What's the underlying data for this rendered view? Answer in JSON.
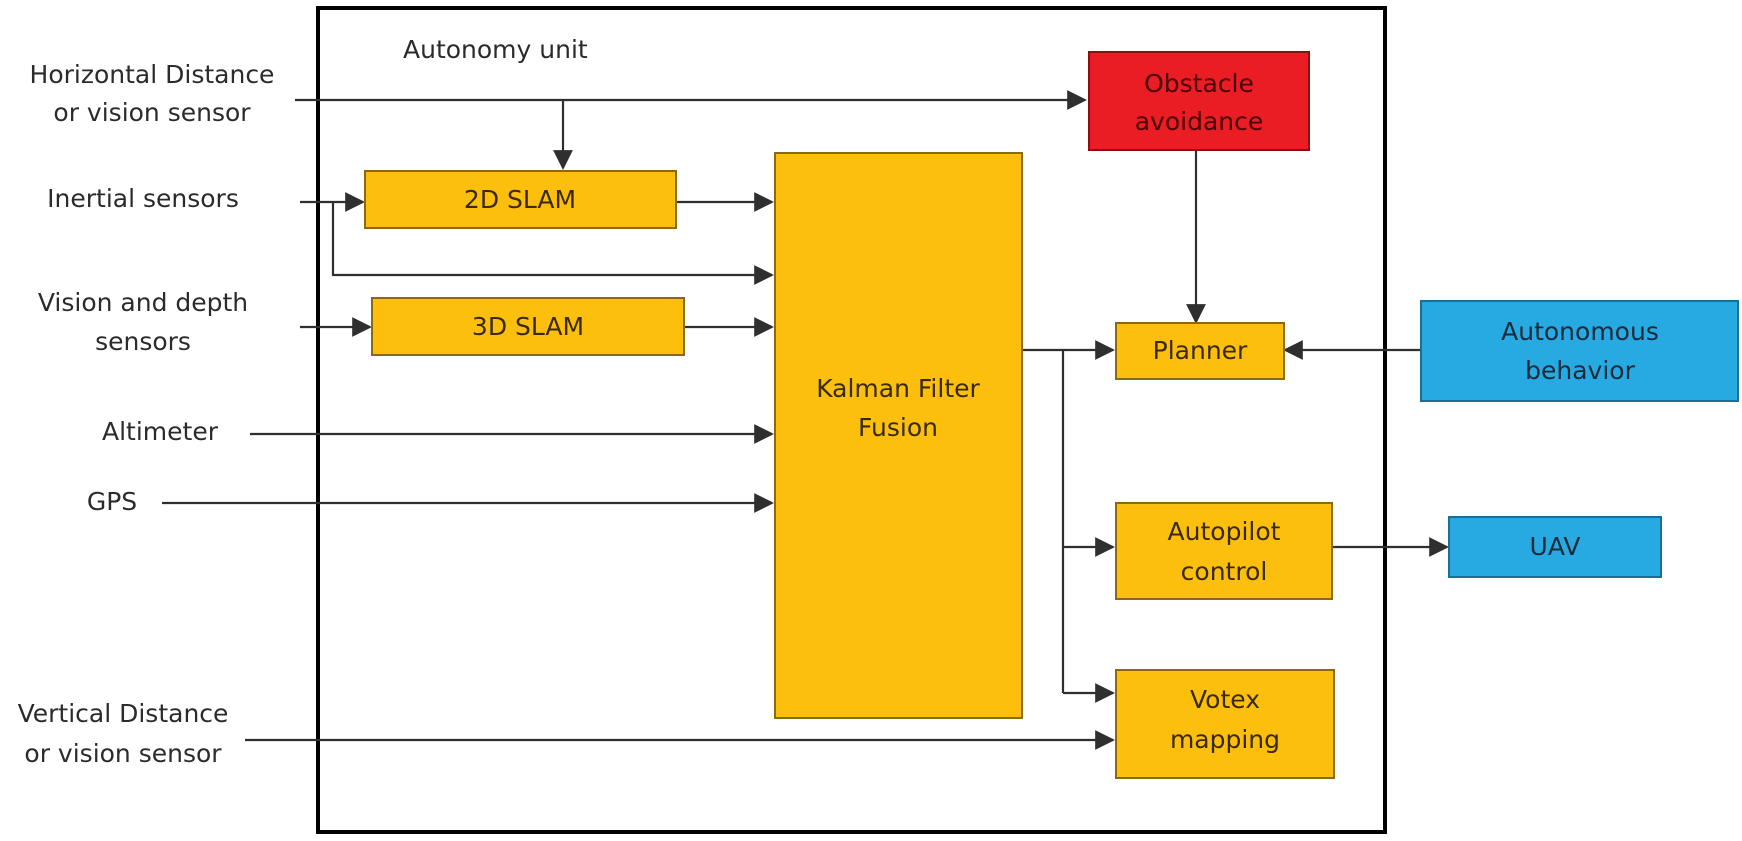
{
  "container": {
    "title": "Autonomy unit"
  },
  "inputs": {
    "horizontal": [
      "Horizontal Distance",
      "or vision sensor"
    ],
    "inertial": [
      "Inertial sensors"
    ],
    "vision_depth": [
      "Vision and depth",
      "sensors"
    ],
    "altimeter": [
      "Altimeter"
    ],
    "gps": [
      "GPS"
    ],
    "vertical": [
      "Vertical Distance",
      "or vision sensor"
    ]
  },
  "blocks": {
    "slam2d": [
      "2D SLAM"
    ],
    "slam3d": [
      "3D SLAM"
    ],
    "kalman": [
      "Kalman Filter",
      "Fusion"
    ],
    "obstacle": [
      "Obstacle",
      "avoidance"
    ],
    "planner": [
      "Planner"
    ],
    "autopilot": [
      "Autopilot",
      "control"
    ],
    "votex": [
      "Votex",
      "mapping"
    ],
    "autonomous": [
      "Autonomous",
      "behavior"
    ],
    "uav": [
      "UAV"
    ]
  },
  "colors": {
    "block_fill": "#fcbf0d",
    "block_stroke": "#8a6a10",
    "obstacle_fill": "#ea1c24",
    "external_fill": "#27aae1",
    "line": "#2f2f2f",
    "frame": "#000000"
  }
}
